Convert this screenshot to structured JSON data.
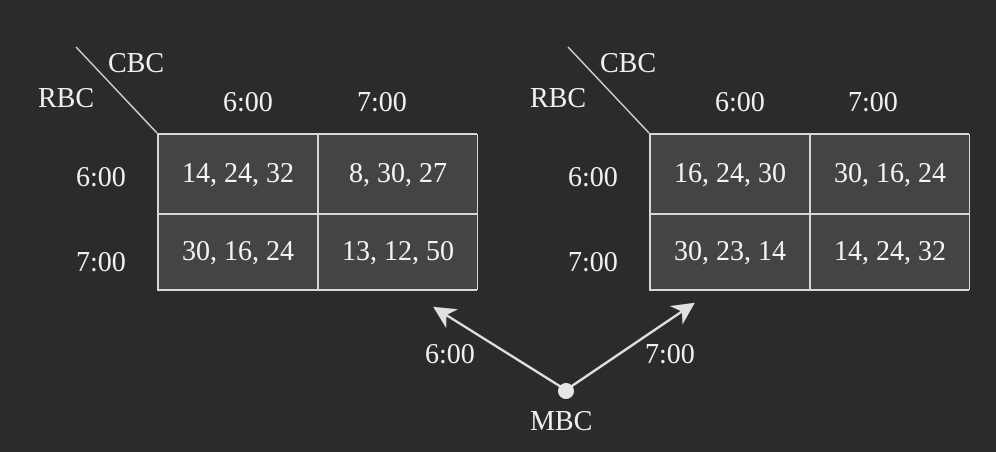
{
  "games": [
    {
      "col_player": "CBC",
      "row_player": "RBC",
      "col_headers": [
        "6:00",
        "7:00"
      ],
      "row_headers": [
        "6:00",
        "7:00"
      ],
      "cells": [
        [
          "14, 24, 32",
          "8, 30, 27"
        ],
        [
          "30, 16, 24",
          "13, 12, 50"
        ]
      ]
    },
    {
      "col_player": "CBC",
      "row_player": "RBC",
      "col_headers": [
        "6:00",
        "7:00"
      ],
      "row_headers": [
        "6:00",
        "7:00"
      ],
      "cells": [
        [
          "16, 24, 30",
          "30, 16, 24"
        ],
        [
          "30, 23, 14",
          "14, 24, 32"
        ]
      ]
    }
  ],
  "root": {
    "label": "MBC",
    "branch_left": "6:00",
    "branch_right": "7:00"
  },
  "colors": {
    "background": "#2b2b2b",
    "cell_fill": "#444444",
    "stroke": "#d8d8d8"
  }
}
